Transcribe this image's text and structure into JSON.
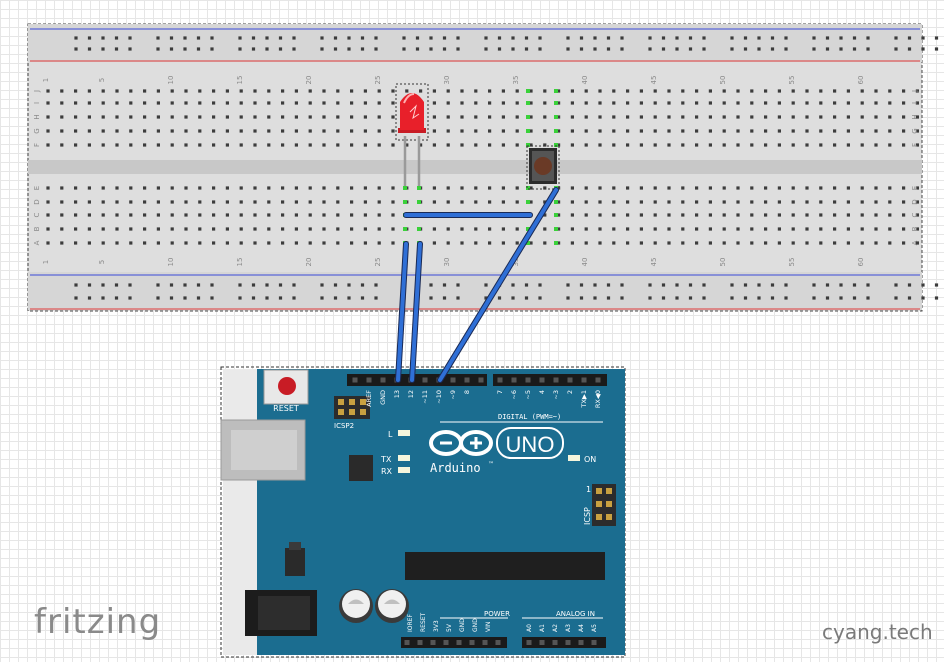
{
  "breadboard": {
    "column_numbers": [
      "1",
      "5",
      "10",
      "15",
      "20",
      "25",
      "30",
      "35",
      "40",
      "45",
      "50",
      "55",
      "60"
    ],
    "row_letters_top": [
      "J",
      "I",
      "H",
      "G",
      "F"
    ],
    "row_letters_bottom": [
      "E",
      "D",
      "C",
      "B",
      "A"
    ]
  },
  "arduino": {
    "reset_label": "RESET",
    "icsp2_label": "ICSP2",
    "icsp_label": "ICSP",
    "icsp_pin1": "1",
    "board_name": "UNO",
    "brand": "Arduino",
    "tm": "™",
    "led_l": "L",
    "led_tx": "TX",
    "led_rx": "RX",
    "led_on": "ON",
    "digital_label": "DIGITAL (PWM=~)",
    "digital_pins_left": [
      "AREF",
      "GND",
      "13",
      "12",
      "~11",
      "~10",
      "~9",
      "8"
    ],
    "digital_pins_right": [
      "7",
      "~6",
      "~5",
      "4",
      "~3",
      "2",
      "TX▶1",
      "RX◀0"
    ],
    "power_label": "POWER",
    "power_pins": [
      "IOREF",
      "RESET",
      "3V3",
      "5V",
      "GND",
      "GND",
      "VIN"
    ],
    "analog_label": "ANALOG IN",
    "analog_pins": [
      "A0",
      "A1",
      "A2",
      "A3",
      "A4",
      "A5"
    ]
  },
  "colors": {
    "board": "#1b6d90",
    "board_dark": "#15526c",
    "wire": "#2f6fd6",
    "led": "#e8202a",
    "breadboard": "#dcdcdc",
    "rail_red": "#e03a3a",
    "rail_blue": "#3a4ad8",
    "connection": "#3ad13a"
  },
  "logo": "fritzing",
  "watermark": "cyang.tech"
}
